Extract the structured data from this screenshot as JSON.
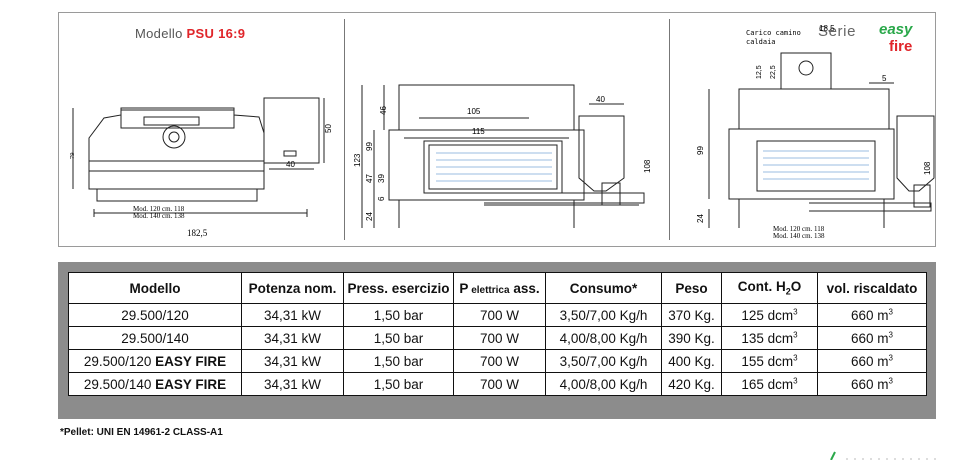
{
  "drawing": {
    "model_prefix": "Modello ",
    "model_name": "PSU 16:9",
    "serie_label": "Serie",
    "logo_top": "easy",
    "logo_bottom": "fire",
    "left_view": {
      "dim_height": "79",
      "dim_50": "50",
      "dim_40": "40",
      "dim_width": "182,5",
      "mod_120": "Mod. 120 cm. 118",
      "mod_140": "Mod. 140 cm. 138"
    },
    "middle_view": {
      "dim_105": "105",
      "dim_115": "115",
      "dim_40": "40",
      "dim_46": "46",
      "dim_123": "123",
      "dim_99": "99",
      "dim_47": "47",
      "dim_39": "39",
      "dim_6": "6",
      "dim_24": "24",
      "dim_108": "108"
    },
    "right_view": {
      "carico_line1": "Carico camino",
      "carico_line2": "caldaia",
      "dim_18_5": "18,5",
      "dim_12_5": "12,5",
      "dim_22_5": "22,5",
      "dim_5": "5",
      "dim_99": "99",
      "dim_24": "24",
      "dim_108": "108",
      "mod_120": "Mod. 120 cm. 118",
      "mod_140": "Mod. 140 cm. 138"
    }
  },
  "table": {
    "headers": {
      "modello": "Modello",
      "potenza": "Potenza nom.",
      "press": "Press. esercizio",
      "p_prefix": "P",
      "p_sub": " elettrica",
      "p_suffix": " ass.",
      "consumo": "Consumo*",
      "peso": "Peso",
      "cont_prefix": "Cont. H",
      "cont_sub": "2",
      "cont_suffix": "O",
      "vol": "vol. riscaldato"
    },
    "rows": [
      {
        "model": "29.500/120",
        "model_bold": "",
        "potenza": "34,31 kW",
        "press": "1,50 bar",
        "p_el": "700 W",
        "consumo": "3,50/7,00 Kg/h",
        "peso": "370 Kg.",
        "cont": "125 dcm",
        "vol": "660 m"
      },
      {
        "model": "29.500/140",
        "model_bold": "",
        "potenza": "34,31 kW",
        "press": "1,50 bar",
        "p_el": "700 W",
        "consumo": "4,00/8,00 Kg/h",
        "peso": "390 Kg.",
        "cont": "135 dcm",
        "vol": "660 m"
      },
      {
        "model": "29.500/120 ",
        "model_bold": "EASY FIRE",
        "potenza": "34,31 kW",
        "press": "1,50 bar",
        "p_el": "700 W",
        "consumo": "3,50/7,00 Kg/h",
        "peso": "400 Kg.",
        "cont": "155 dcm",
        "vol": "660 m"
      },
      {
        "model": "29.500/140 ",
        "model_bold": "EASY FIRE",
        "potenza": "34,31 kW",
        "press": "1,50 bar",
        "p_el": "700 W",
        "consumo": "4,00/8,00 Kg/h",
        "peso": "420 Kg.",
        "cont": "165 dcm",
        "vol": "660 m"
      }
    ],
    "unit_exp": "3"
  },
  "footnote": "*Pellet: UNI EN 14961-2 CLASS-A1",
  "colors": {
    "accent_red": "#e0252a",
    "logo_green": "#2aa84a",
    "frame_grey": "#8c8c8c"
  }
}
